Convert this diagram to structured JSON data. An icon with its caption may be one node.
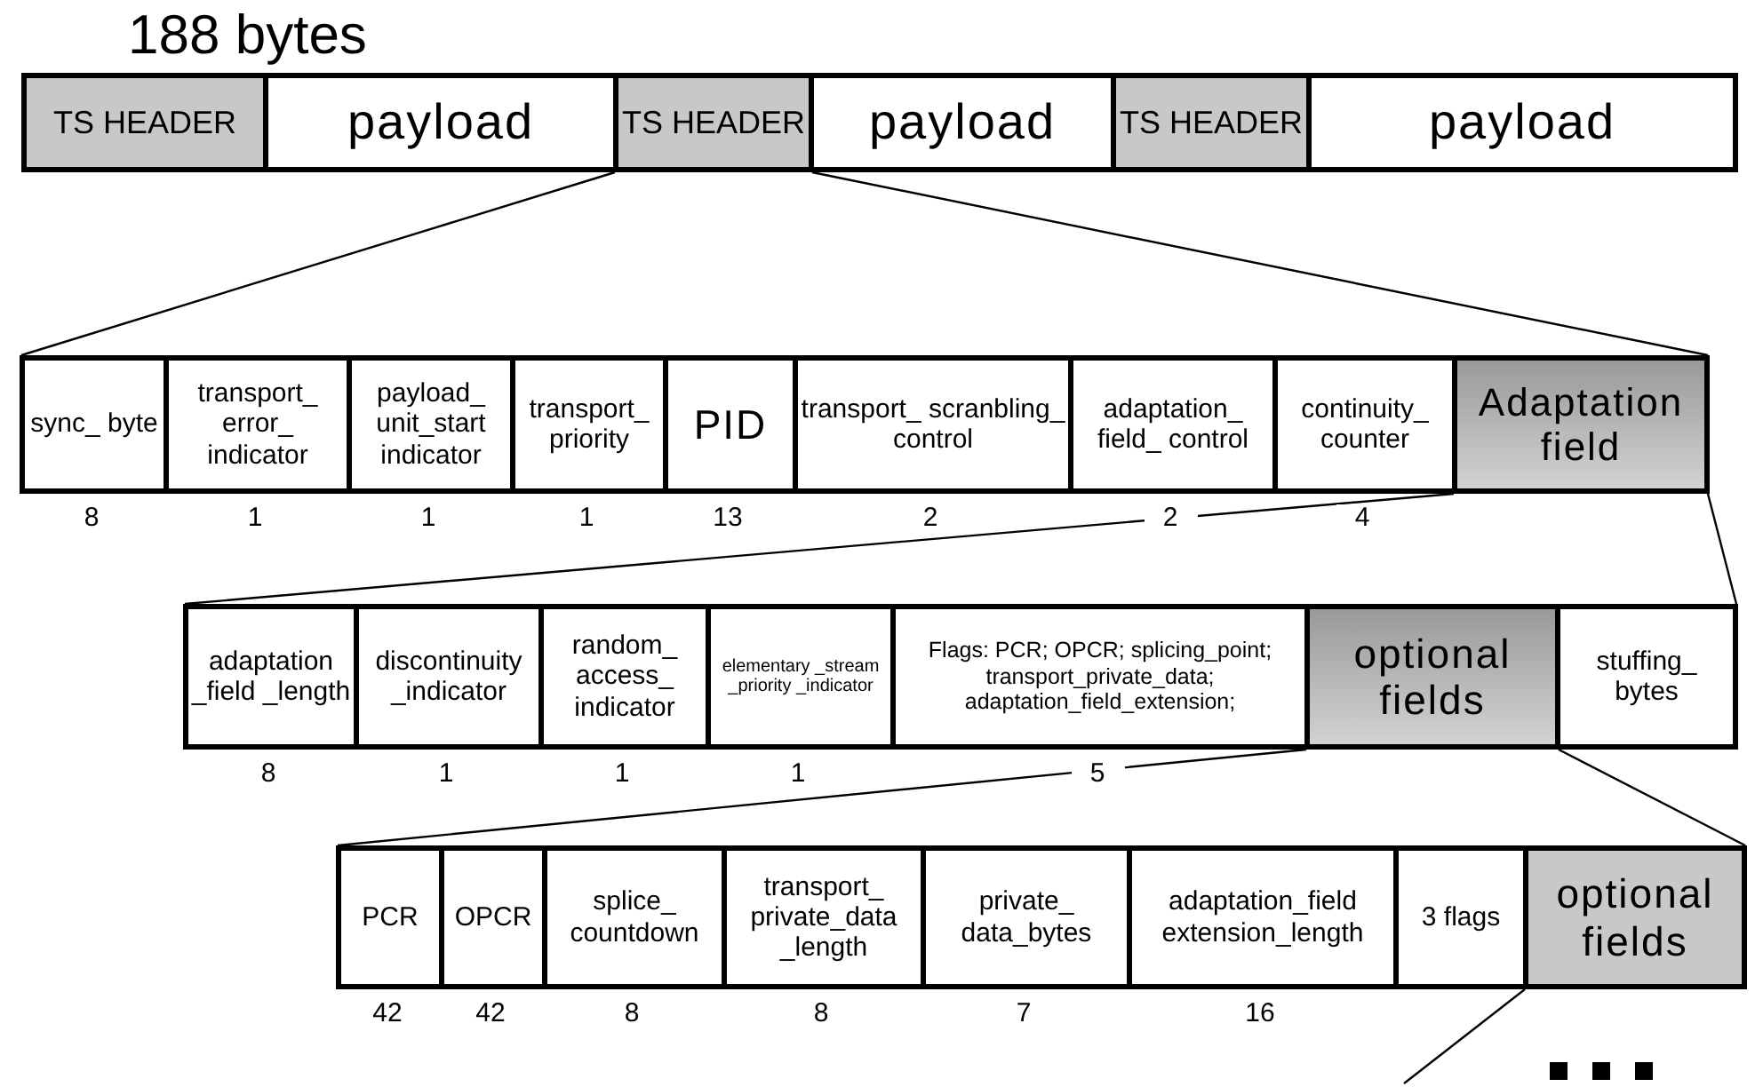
{
  "diagram": {
    "nodes": [
      {
        "text": [
          "TS HEADER"
        ]
      },
      {
        "text": [
          "payload"
        ]
      },
      {
        "text": [
          "TS HEADER"
        ]
      },
      {
        "text": [
          "payload"
        ]
      },
      {
        "text": [
          "TS HEADER"
        ]
      },
      {
        "text": [
          "payload"
        ]
      },
      {
        "text": [
          "sync_ byte"
        ],
        "beside": [
          "8"
        ]
      },
      {
        "text": [
          "transport_ error_ indicator"
        ],
        "beside": [
          "1"
        ]
      },
      {
        "text": [
          "payload_ unit_start indicator"
        ],
        "beside": [
          "1"
        ]
      },
      {
        "text": [
          "transport_ priority"
        ],
        "beside": [
          "1"
        ]
      },
      {
        "text": [
          "PID"
        ],
        "beside": [
          "13"
        ]
      },
      {
        "text": [
          "transport_ scranbling_ control"
        ],
        "beside": [
          "2"
        ]
      },
      {
        "text": [
          "adaptation_ field_ control"
        ],
        "beside": [
          "2"
        ]
      },
      {
        "text": [
          "continuity_ counter"
        ],
        "beside": [
          "4"
        ]
      },
      {
        "text": [
          "Adaptation field"
        ]
      },
      {
        "text": [
          "adaptation _field _length"
        ],
        "beside": [
          "8"
        ]
      },
      {
        "text": [
          "discontinuity _indicator"
        ],
        "beside": [
          "1"
        ]
      },
      {
        "text": [
          "random_ access_ indicator"
        ],
        "beside": [
          "1"
        ]
      },
      {
        "text": [
          "elementary _stream _priority _indicator"
        ],
        "beside": [
          "1"
        ]
      },
      {
        "text": [
          "Flags: PCR; OPCR; splicing_point; transport_private_data; adaptation_field_extension;"
        ],
        "beside": [
          "5"
        ]
      },
      {
        "text": [
          "optional fields"
        ]
      },
      {
        "text": [
          "stuffing_ bytes"
        ]
      },
      {
        "text": [
          "PCR"
        ],
        "beside": [
          "42"
        ]
      },
      {
        "text": [
          "OPCR"
        ],
        "beside": [
          "42"
        ]
      },
      {
        "text": [
          "splice_ countdown"
        ],
        "beside": [
          "8"
        ]
      },
      {
        "text": [
          "transport_ private_data _length"
        ],
        "beside": [
          "8"
        ]
      },
      {
        "text": [
          "private_ data_bytes"
        ],
        "beside": [
          "7"
        ]
      },
      {
        "text": [
          "adaptation_field extension_length"
        ],
        "beside": [
          "16"
        ]
      },
      {
        "text": [
          "3 flags"
        ]
      },
      {
        "text": [
          "optional fields"
        ]
      }
    ],
    "edges": [
      {
        "from": 2,
        "to": 6,
        "arrow": "none"
      },
      {
        "from": 2,
        "to": 14,
        "arrow": "none"
      },
      {
        "from": 14,
        "to": 15,
        "arrow": "none"
      },
      {
        "from": 14,
        "to": 21,
        "arrow": "none"
      },
      {
        "from": 20,
        "to": 22,
        "arrow": "none"
      },
      {
        "from": 20,
        "to": 29,
        "arrow": "none"
      },
      {
        "from": 29,
        "to": null,
        "arrow": "none"
      }
    ],
    "labels": [
      "188 bytes"
    ]
  }
}
